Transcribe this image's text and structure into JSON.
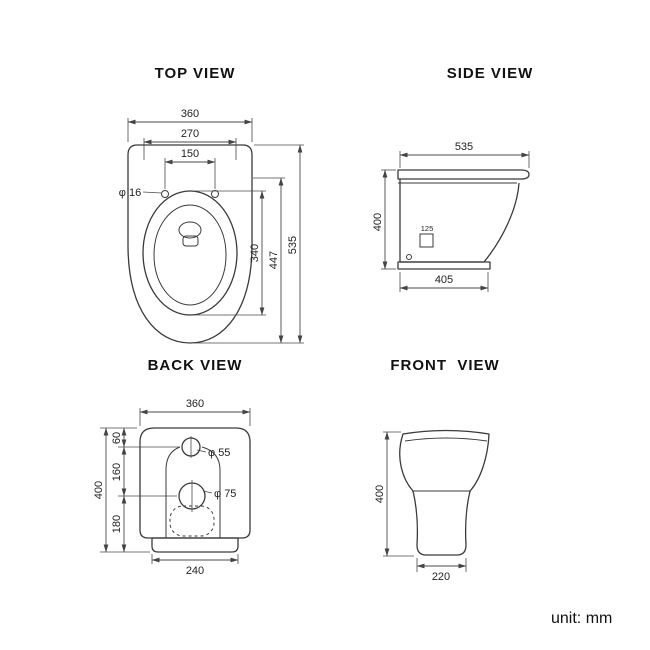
{
  "titles": {
    "top_view": "TOP VIEW",
    "side_view": "SIDE VIEW",
    "back_view": "BACK VIEW",
    "front_view": "FRONT  VIEW"
  },
  "unit_note": "unit: mm",
  "colors": {
    "ink": "#333333",
    "background": "#ffffff"
  },
  "dims": {
    "top": {
      "width": "360",
      "seat_width": "270",
      "hinge_span": "150",
      "hinge_hole_dia": "φ 16",
      "overall_depth": "535",
      "mid_depth": "447",
      "seat_length": "340"
    },
    "side": {
      "depth": "535",
      "height": "400",
      "inlet": "125",
      "base_depth": "405"
    },
    "back": {
      "width": "360",
      "height": "400",
      "seg_top": "60",
      "seg_mid": "160",
      "seg_bottom": "180",
      "inlet_dia": "φ 55",
      "outlet_dia": "φ 75",
      "base_width": "240"
    },
    "front": {
      "height": "400",
      "base_width": "220"
    }
  }
}
